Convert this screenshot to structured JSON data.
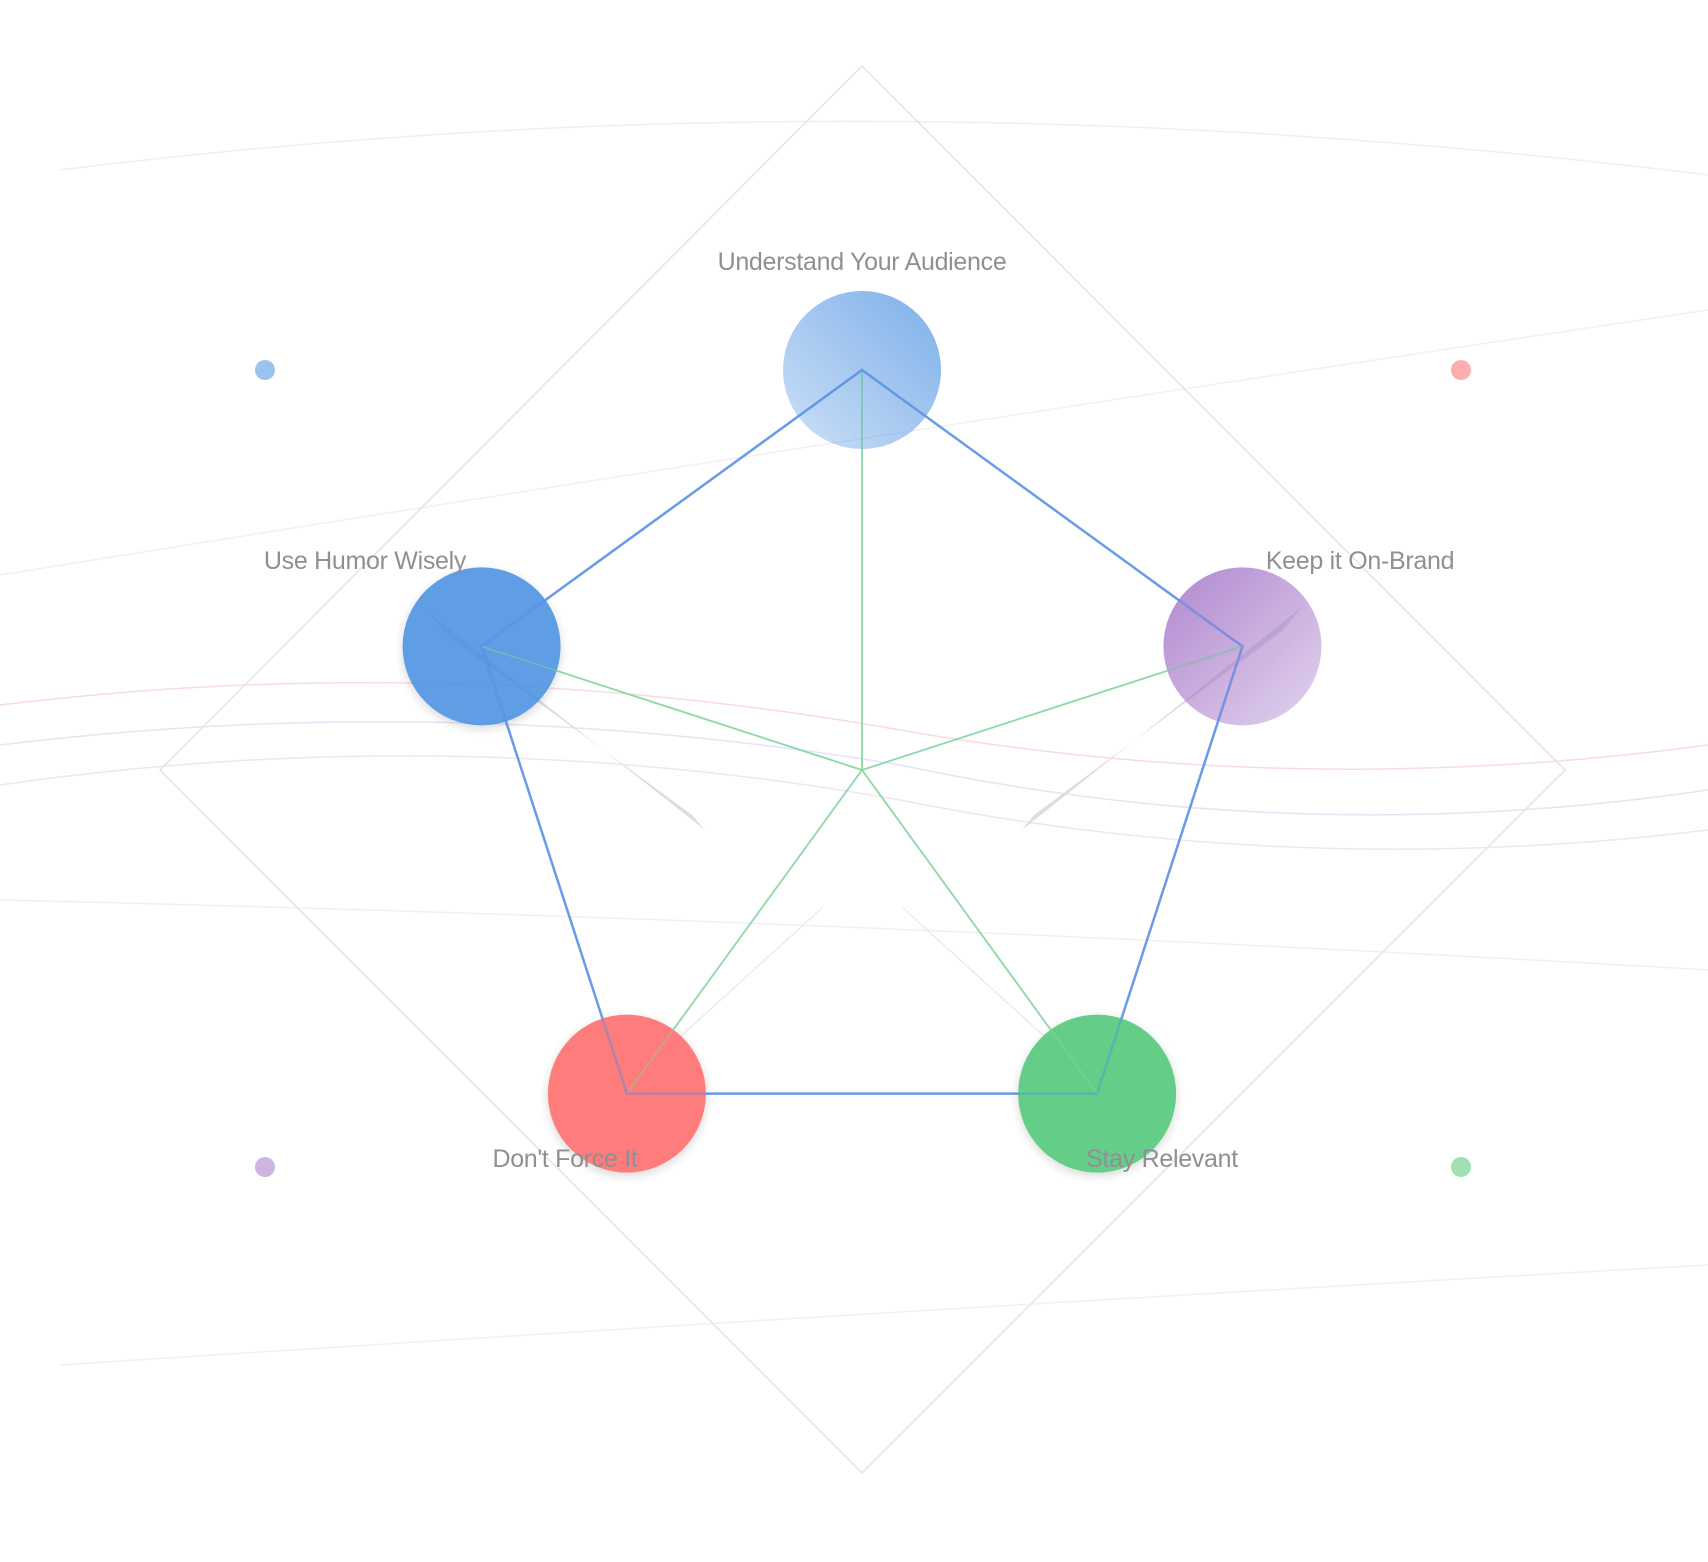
{
  "colors": {
    "blue": "#4a90e2",
    "purple": "#a577c9",
    "red": "#ff6b6b",
    "green": "#50c878",
    "pentagon_edge": "#6b9be6",
    "spoke": "#8fd9a8",
    "frame": "#e4e4e4",
    "label": "#8f8f94"
  },
  "nodes": [
    {
      "id": "understand-your-audience",
      "label": "Understand Your Audience",
      "color": "#4a90e2",
      "style": "light-gradient"
    },
    {
      "id": "keep-it-on-brand",
      "label": "Keep it On-Brand",
      "color": "#a577c9",
      "style": "light-gradient"
    },
    {
      "id": "stay-relevant",
      "label": "Stay Relevant",
      "color": "#50c878",
      "style": "solid"
    },
    {
      "id": "dont-force-it",
      "label": "Don't Force It",
      "color": "#ff6b6b",
      "style": "solid"
    },
    {
      "id": "use-humor-wisely",
      "label": "Use Humor Wisely",
      "color": "#4a90e2",
      "style": "solid"
    }
  ],
  "decor_dots": [
    {
      "id": "top-left",
      "color": "#4a90e2"
    },
    {
      "id": "top-right",
      "color": "#ff6b6b"
    },
    {
      "id": "bottom-left",
      "color": "#a577c9"
    },
    {
      "id": "bottom-right",
      "color": "#50c878"
    }
  ]
}
